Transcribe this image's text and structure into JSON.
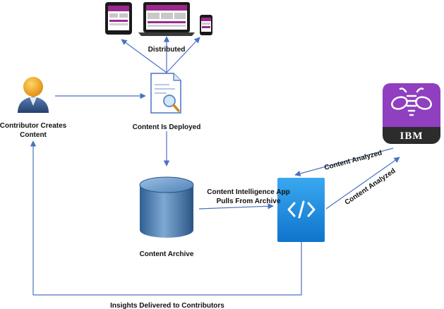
{
  "labels": {
    "distributed": "Distributed",
    "contributor_line1": "Contributor Creates",
    "contributor_line2": "Content",
    "deployed": "Content Is Deployed",
    "archive": "Content Archive",
    "pulls_line1": "Content Intelligence App",
    "pulls_line2": "Pulls From Archive",
    "analyzed_upper": "Content Analyzed",
    "analyzed_lower": "Content Analyzed",
    "insights": "Insights Delivered to Contributors",
    "ibm_logo": "IBM"
  },
  "icons": {
    "devices": [
      "tablet-icon",
      "laptop-icon",
      "phone-icon"
    ],
    "contributor": "person-icon",
    "document": "document-search-icon",
    "archive": "database-icon",
    "app": "code-app-icon",
    "watson": "ibm-watson-bee-icon"
  },
  "colors": {
    "arrow": "#4a72c0",
    "device_screen": "#9b2a8c",
    "app_tile": "#1a8fe3",
    "watson_tile": "#8f3fbf",
    "watson_base": "#2c2c2c",
    "database": "#4a7fb5",
    "person_head": "#f2a81e",
    "person_body": "#3a5a8c"
  }
}
